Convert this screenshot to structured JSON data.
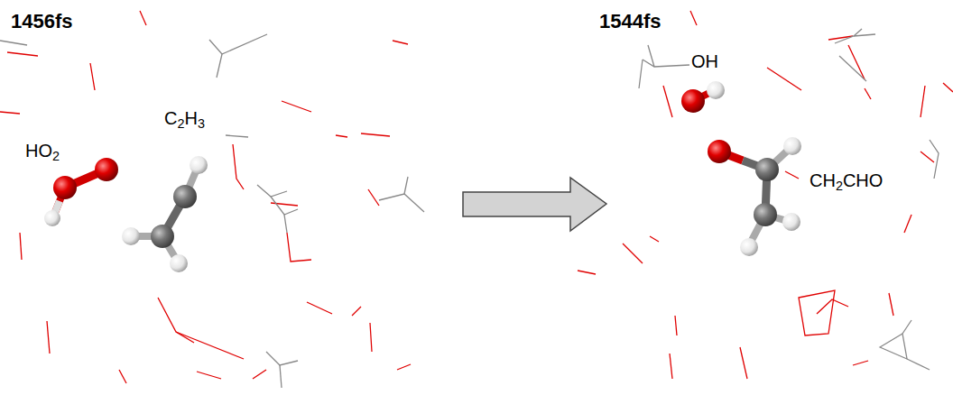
{
  "diagram": {
    "labels": [
      "1456fs",
      "HO2",
      "C2H3",
      "1544fs",
      "OH",
      "CH2CHO"
    ]
  }
}
